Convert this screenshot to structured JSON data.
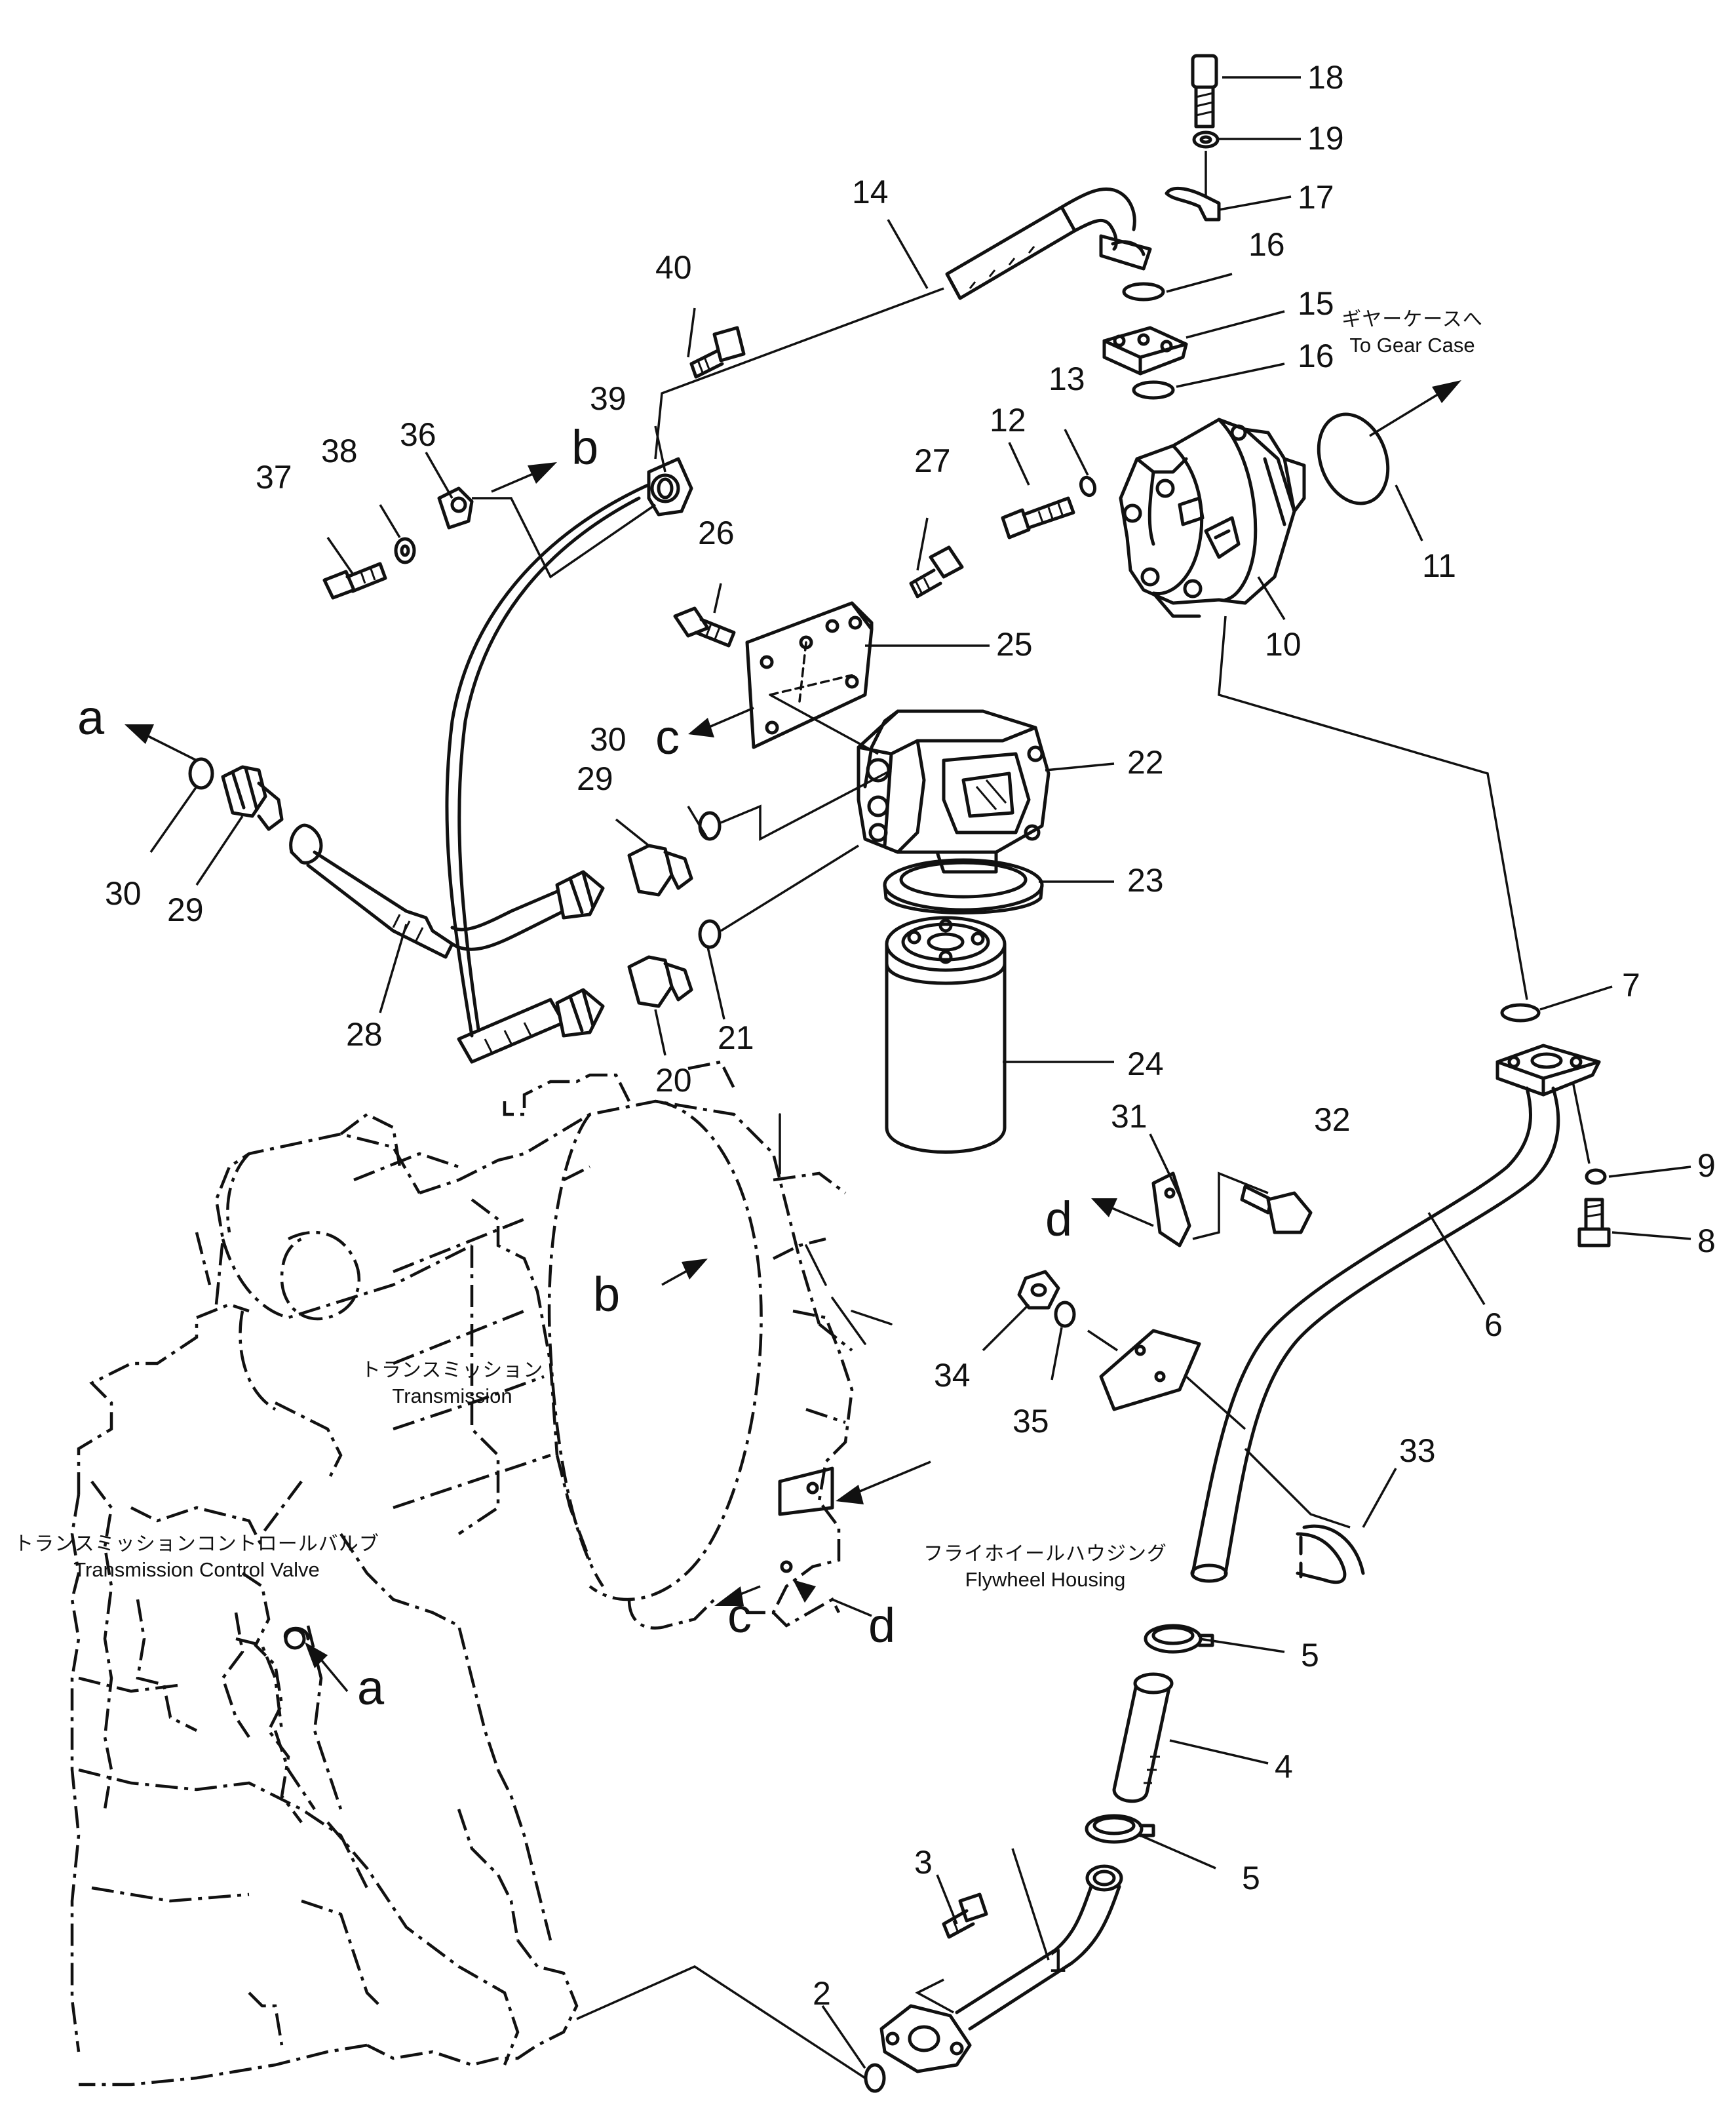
{
  "part_numbers": [
    "1",
    "2",
    "3",
    "4",
    "5",
    "5",
    "6",
    "7",
    "8",
    "9",
    "10",
    "11",
    "12",
    "13",
    "14",
    "15",
    "16",
    "16",
    "17",
    "18",
    "19",
    "20",
    "21",
    "22",
    "23",
    "24",
    "25",
    "26",
    "27",
    "28",
    "29",
    "29",
    "30",
    "30",
    "31",
    "32",
    "33",
    "34",
    "35",
    "36",
    "37",
    "38",
    "39",
    "40"
  ],
  "reference_letters": {
    "a_top": "a",
    "a_bottom": "a",
    "b_top": "b",
    "b_bottom": "b",
    "c_top": "c",
    "c_bottom": "c",
    "d_top": "d",
    "d_bottom": "d"
  },
  "labels": {
    "gear_case_jp": "ギヤーケースへ",
    "gear_case_en": "To Gear Case",
    "transmission_jp": "トランスミッション",
    "transmission_en": "Transmission",
    "control_valve_jp": "トランスミッションコントロールバルブ",
    "control_valve_en": "Transmission Control Valve",
    "flywheel_jp": "フライホイールハウジング",
    "flywheel_en": "Flywheel Housing"
  }
}
